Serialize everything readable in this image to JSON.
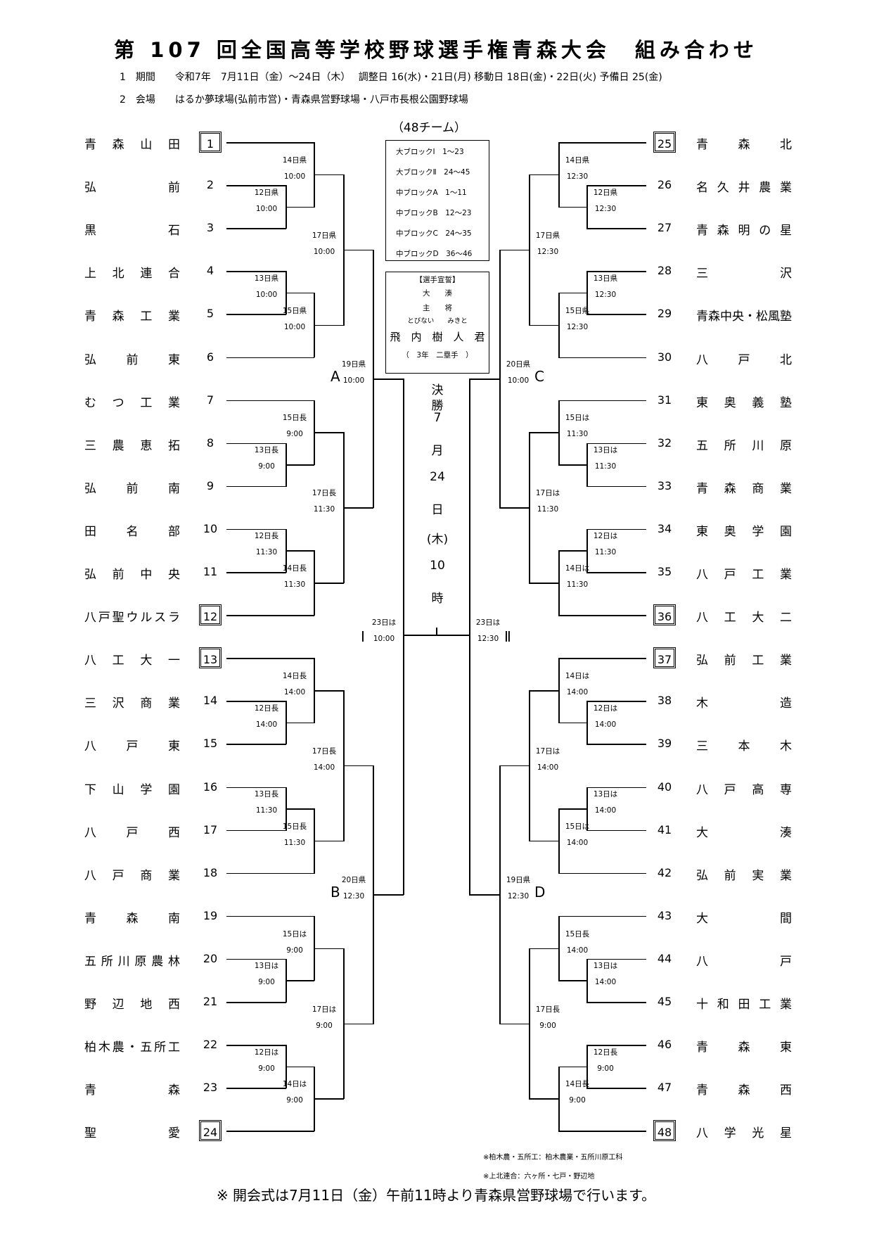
{
  "title": "第 107 回全国高等学校野球選手権青森大会　組み合わせ",
  "info": {
    "period": "1　期間　　令和7年　7月11日（金）～24日（木）　 調整日 16(水)・21日(月) 移動日 18日(金)・22日(火) 予備日 25(金)",
    "venue": "2　会場　　はるか夢球場(弘前市営)・青森県営野球場・八戸市長根公園野球場"
  },
  "teams_left": [
    {
      "name": "青森山田",
      "num": "1",
      "seed": true
    },
    {
      "name": "弘前",
      "num": "2",
      "seed": false
    },
    {
      "name": "黒石",
      "num": "3",
      "seed": false
    },
    {
      "name": "上北連合",
      "num": "4",
      "seed": false
    },
    {
      "name": "青森工業",
      "num": "5",
      "seed": false
    },
    {
      "name": "弘前東",
      "num": "6",
      "seed": false
    },
    {
      "name": "むつ工業",
      "num": "7",
      "seed": false
    },
    {
      "name": "三農恵拓",
      "num": "8",
      "seed": false
    },
    {
      "name": "弘前南",
      "num": "9",
      "seed": false
    },
    {
      "name": "田名部",
      "num": "10",
      "seed": false
    },
    {
      "name": "弘前中央",
      "num": "11",
      "seed": false
    },
    {
      "name": "八戸聖ウルスラ",
      "num": "12",
      "seed": true
    },
    {
      "name": "八工大一",
      "num": "13",
      "seed": true
    },
    {
      "name": "三沢商業",
      "num": "14",
      "seed": false
    },
    {
      "name": "八戸東",
      "num": "15",
      "seed": false
    },
    {
      "name": "下山学園",
      "num": "16",
      "seed": false
    },
    {
      "name": "八戸西",
      "num": "17",
      "seed": false
    },
    {
      "name": "八戸商業",
      "num": "18",
      "seed": false
    },
    {
      "name": "青森南",
      "num": "19",
      "seed": false
    },
    {
      "name": "五所川原農林",
      "num": "20",
      "seed": false
    },
    {
      "name": "野辺地西",
      "num": "21",
      "seed": false
    },
    {
      "name": "柏木農・五所工",
      "num": "22",
      "seed": false
    },
    {
      "name": "青森",
      "num": "23",
      "seed": false
    },
    {
      "name": "聖愛",
      "num": "24",
      "seed": true
    }
  ],
  "teams_right": [
    {
      "name": "青森北",
      "num": "25",
      "seed": true
    },
    {
      "name": "名久井農業",
      "num": "26",
      "seed": false
    },
    {
      "name": "青森明の星",
      "num": "27",
      "seed": false
    },
    {
      "name": "三沢",
      "num": "28",
      "seed": false
    },
    {
      "name": "青森中央・松風塾",
      "num": "29",
      "seed": false
    },
    {
      "name": "八戸北",
      "num": "30",
      "seed": false
    },
    {
      "name": "東奥義塾",
      "num": "31",
      "seed": false
    },
    {
      "name": "五所川原",
      "num": "32",
      "seed": false
    },
    {
      "name": "青森商業",
      "num": "33",
      "seed": false
    },
    {
      "name": "東奥学園",
      "num": "34",
      "seed": false
    },
    {
      "name": "八戸工業",
      "num": "35",
      "seed": false
    },
    {
      "name": "八工大二",
      "num": "36",
      "seed": true
    },
    {
      "name": "弘前工業",
      "num": "37",
      "seed": true
    },
    {
      "name": "木造",
      "num": "38",
      "seed": false
    },
    {
      "name": "三本木",
      "num": "39",
      "seed": false
    },
    {
      "name": "八戸高専",
      "num": "40",
      "seed": false
    },
    {
      "name": "大湊",
      "num": "41",
      "seed": false
    },
    {
      "name": "弘前実業",
      "num": "42",
      "seed": false
    },
    {
      "name": "大間",
      "num": "43",
      "seed": false
    },
    {
      "name": "八戸",
      "num": "44",
      "seed": false
    },
    {
      "name": "十和田工業",
      "num": "45",
      "seed": false
    },
    {
      "name": "青森東",
      "num": "46",
      "seed": false
    },
    {
      "name": "青森西",
      "num": "47",
      "seed": false
    },
    {
      "name": "八学光星",
      "num": "48",
      "seed": true
    }
  ],
  "schedule_left": [
    {
      "day": "14日県",
      "time": "10:00"
    },
    {
      "day": "12日県",
      "time": "10:00"
    },
    {
      "day": "17日県",
      "time": "10:00"
    },
    {
      "day": "13日県",
      "time": "10:00"
    },
    {
      "day": "15日県",
      "time": "10:00"
    },
    {
      "day": "19日県",
      "time": "10:00"
    },
    {
      "day": "15日長",
      "time": "9:00"
    },
    {
      "day": "13日長",
      "time": "9:00"
    },
    {
      "day": "17日長",
      "time": "11:30"
    },
    {
      "day": "12日長",
      "time": "11:30"
    },
    {
      "day": "14日長",
      "time": "11:30"
    },
    {
      "day": "23日は",
      "time": "10:00"
    },
    {
      "day": "14日長",
      "time": "14:00"
    },
    {
      "day": "12日長",
      "time": "14:00"
    },
    {
      "day": "17日長",
      "time": "14:00"
    },
    {
      "day": "13日長",
      "time": "11:30"
    },
    {
      "day": "15日長",
      "time": "11:30"
    },
    {
      "day": "20日県",
      "time": "12:30"
    },
    {
      "day": "15日は",
      "time": "9:00"
    },
    {
      "day": "13日は",
      "time": "9:00"
    },
    {
      "day": "17日は",
      "time": "9:00"
    },
    {
      "day": "12日は",
      "time": "9:00"
    },
    {
      "day": "14日は",
      "time": "9:00"
    }
  ],
  "schedule_right": [
    {
      "day": "14日県",
      "time": "12:30"
    },
    {
      "day": "12日県",
      "time": "12:30"
    },
    {
      "day": "17日県",
      "time": "12:30"
    },
    {
      "day": "13日県",
      "time": "12:30"
    },
    {
      "day": "15日県",
      "time": "12:30"
    },
    {
      "day": "20日県",
      "time": "10:00"
    },
    {
      "day": "15日は",
      "time": "11:30"
    },
    {
      "day": "13日は",
      "time": "11:30"
    },
    {
      "day": "17日は",
      "time": "11:30"
    },
    {
      "day": "12日は",
      "time": "11:30"
    },
    {
      "day": "14日は",
      "time": "11:30"
    },
    {
      "day": "23日は",
      "time": "12:30"
    },
    {
      "day": "14日は",
      "time": "14:00"
    },
    {
      "day": "12日は",
      "time": "14:00"
    },
    {
      "day": "17日は",
      "time": "14:00"
    },
    {
      "day": "13日は",
      "time": "14:00"
    },
    {
      "day": "15日は",
      "time": "14:00"
    },
    {
      "day": "19日県",
      "time": "12:30"
    },
    {
      "day": "15日長",
      "time": "14:00"
    },
    {
      "day": "13日は",
      "time": "14:00"
    },
    {
      "day": "17日長",
      "time": "9:00"
    },
    {
      "day": "12日長",
      "time": "9:00"
    },
    {
      "day": "14日長",
      "time": "9:00"
    }
  ],
  "blocks": {
    "A": "A",
    "B": "B",
    "C": "C",
    "D": "D",
    "I": "Ⅰ",
    "II": "Ⅱ"
  },
  "center": {
    "teams_count": "（48チーム）",
    "block_rows": [
      "大ブロックⅠ　1～23",
      "大ブロックⅡ　24～45",
      "中ブロックA　1～11",
      "中ブロックB　12～23",
      "中ブロックC　24～35",
      "中ブロックD　36～46"
    ],
    "oath_title": "【選手宣誓】",
    "oath_school": "大　　湊",
    "oath_role": "主　　将",
    "oath_kana": "とびない　　みきと",
    "oath_name": "飛　内　樹　人　君",
    "oath_grade": "（　3年　二塁手　）",
    "final_chars": [
      "決",
      "勝",
      "7",
      "月",
      "24",
      "日",
      "(木)",
      "10",
      "時"
    ]
  },
  "notes": [
    "※柏木農・五所工：柏木農業・五所川原工科",
    "※上北連合：六ヶ所・七戸・野辺地"
  ],
  "bottom_note": "※ 開会式は7月11日（金）午前11時より青森県営野球場で行います。"
}
